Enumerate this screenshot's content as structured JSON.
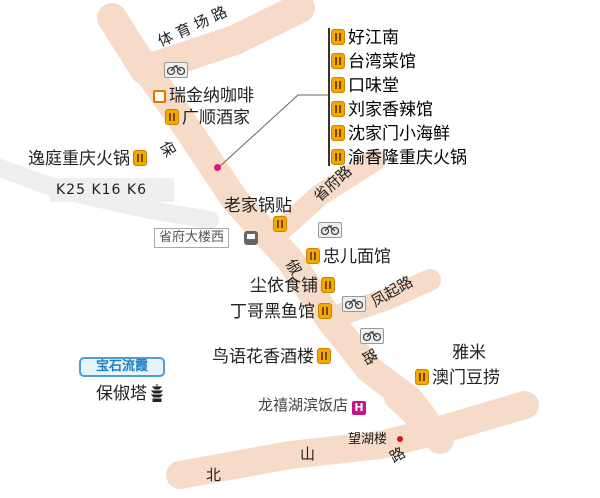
{
  "colors": {
    "road_fill": "#f6dcc8",
    "restaurant_icon": "#f5a800",
    "cafe_icon": "#e07800",
    "hotel_icon": "#c0188c",
    "marker_dot": "#e2187e",
    "red_dot": "#e0101a",
    "callout_line": "#666666"
  },
  "roads": {
    "tiyuchang": "体 育 场 路",
    "baochu_1": "保",
    "baochu_2": "俶",
    "baochu_3": "路",
    "shengfu": "省府路",
    "fengqi": "凤起路",
    "beishan_1": "北",
    "beishan_2": "山",
    "beishan_3": "路"
  },
  "callout_list": [
    {
      "name": "好江南",
      "icon": "restaurant-icon"
    },
    {
      "name": "台湾菜馆",
      "icon": "restaurant-icon"
    },
    {
      "name": "口味堂",
      "icon": "restaurant-icon"
    },
    {
      "name": "刘家香辣馆",
      "icon": "restaurant-icon"
    },
    {
      "name": "沈家门小海鲜",
      "icon": "restaurant-icon"
    },
    {
      "name": "渝香隆重庆火锅",
      "icon": "restaurant-icon"
    }
  ],
  "places": {
    "ruijinna": "瑞金纳咖啡",
    "guangshun": "广顺酒家",
    "yiting": "逸庭重庆火锅",
    "laojia": "老家锅贴",
    "zhonger": "忠儿面馆",
    "chenyi": "尘依食铺",
    "dingge": "丁哥黑鱼馆",
    "niaoyu": "鸟语花香酒楼",
    "yami": "雅米",
    "aomen": "澳门豆捞",
    "longxiang": "龙禧湖滨饭店",
    "wanghu": "望湖楼",
    "baochuta": "保俶塔"
  },
  "bus_lines": "K25  K16  K6",
  "bus_stop": "省府大楼西",
  "logo_text": "宝石流霞"
}
